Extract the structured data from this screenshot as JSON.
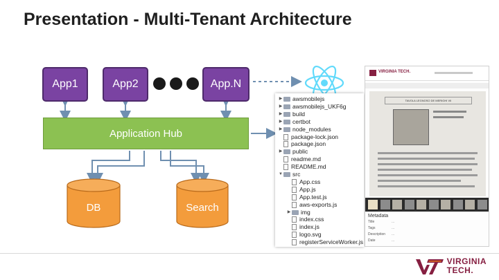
{
  "title": "Presentation - Multi-Tenant Architecture",
  "apps": [
    "App1",
    "App2",
    "App.N"
  ],
  "hub": "Application Hub",
  "stores": [
    "DB",
    "Search"
  ],
  "file_tree": [
    {
      "name": "awsmobilejs",
      "kind": "folder",
      "open": false
    },
    {
      "name": "awsmobilejs_UKF6g",
      "kind": "folder",
      "open": false
    },
    {
      "name": "build",
      "kind": "folder",
      "open": false
    },
    {
      "name": "certbot",
      "kind": "folder",
      "open": false
    },
    {
      "name": "node_modules",
      "kind": "folder",
      "open": false
    },
    {
      "name": "package-lock.json",
      "kind": "file"
    },
    {
      "name": "package.json",
      "kind": "file"
    },
    {
      "name": "public",
      "kind": "folder",
      "open": false
    },
    {
      "name": "readme.md",
      "kind": "file"
    },
    {
      "name": "README.md",
      "kind": "file"
    },
    {
      "name": "src",
      "kind": "folder",
      "open": true
    },
    {
      "name": "App.css",
      "kind": "file",
      "indent": true
    },
    {
      "name": "App.js",
      "kind": "file",
      "indent": true
    },
    {
      "name": "App.test.js",
      "kind": "file",
      "indent": true
    },
    {
      "name": "aws-exports.js",
      "kind": "file",
      "indent": true
    },
    {
      "name": "img",
      "kind": "folder",
      "open": false,
      "indent": true
    },
    {
      "name": "index.css",
      "kind": "file",
      "indent": true
    },
    {
      "name": "index.js",
      "kind": "file",
      "indent": true
    },
    {
      "name": "logo.svg",
      "kind": "file",
      "indent": true
    },
    {
      "name": "registerServiceWorker.js",
      "kind": "file",
      "indent": true
    }
  ],
  "shot": {
    "banner": "VIRGINIA TECH.",
    "doc_heading": "TAVOLA LEGNOSO DE MERIGHI VII",
    "caption": "Metadata",
    "meta_rows": [
      [
        "Title",
        "..."
      ],
      [
        "Tags",
        "..."
      ],
      [
        "Description",
        "..."
      ],
      [
        "Date",
        "..."
      ]
    ]
  },
  "brand": {
    "line1": "VIRGINIA",
    "line2": "TECH.",
    "color": "#861f41",
    "accent": "#e5751f"
  },
  "colors": {
    "app": "#7a43a2",
    "hub": "#8cc152",
    "store": "#f39c3c",
    "arrow": "#6f8fb0",
    "react": "#61dafb"
  }
}
